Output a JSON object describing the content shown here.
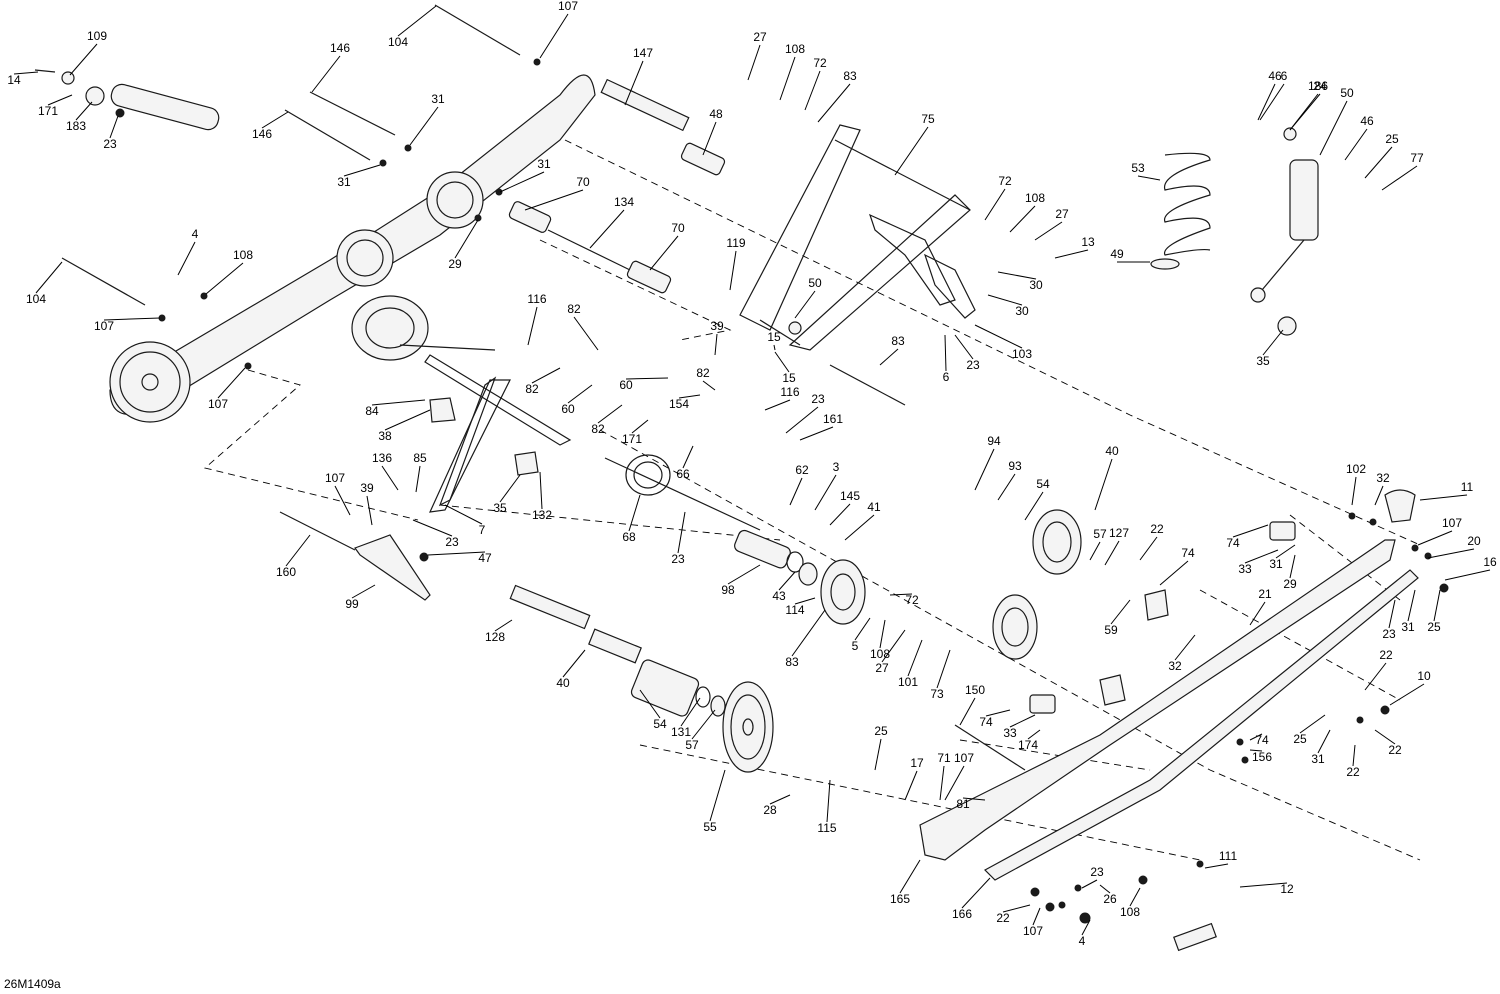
{
  "figure_ref": "26M1409a",
  "callouts": [
    "14",
    "109",
    "171",
    "183",
    "23",
    "104",
    "107",
    "146",
    "146",
    "31",
    "31",
    "104",
    "4",
    "108",
    "107",
    "107",
    "147",
    "48",
    "31",
    "70",
    "134",
    "70",
    "29",
    "27",
    "108",
    "72",
    "83",
    "75",
    "6",
    "24",
    "119",
    "50",
    "39",
    "15",
    "15",
    "116",
    "82",
    "82",
    "60",
    "60",
    "82",
    "171",
    "154",
    "82",
    "116",
    "23",
    "161",
    "83",
    "72",
    "108",
    "27",
    "13",
    "30",
    "30",
    "103",
    "23",
    "6",
    "46",
    "186",
    "50",
    "46",
    "25",
    "77",
    "53",
    "49",
    "35",
    "84",
    "38",
    "136",
    "85",
    "35",
    "132",
    "7",
    "107",
    "39",
    "23",
    "47",
    "160",
    "99",
    "68",
    "23",
    "66",
    "62",
    "3",
    "145",
    "41",
    "98",
    "43",
    "114",
    "5",
    "83",
    "72",
    "108",
    "27",
    "101",
    "73",
    "128",
    "40",
    "54",
    "131",
    "57",
    "55",
    "28",
    "115",
    "25",
    "17",
    "71",
    "107",
    "150",
    "81",
    "165",
    "166",
    "22",
    "107",
    "23",
    "26",
    "108",
    "4",
    "111",
    "12",
    "94",
    "93",
    "54",
    "40",
    "57",
    "127",
    "22",
    "74",
    "59",
    "74",
    "33",
    "31",
    "29",
    "21",
    "32",
    "102",
    "32",
    "11",
    "107",
    "20",
    "16",
    "23",
    "31",
    "25",
    "22",
    "10",
    "25",
    "31",
    "22",
    "22",
    "74",
    "156",
    "74",
    "33",
    "174"
  ]
}
